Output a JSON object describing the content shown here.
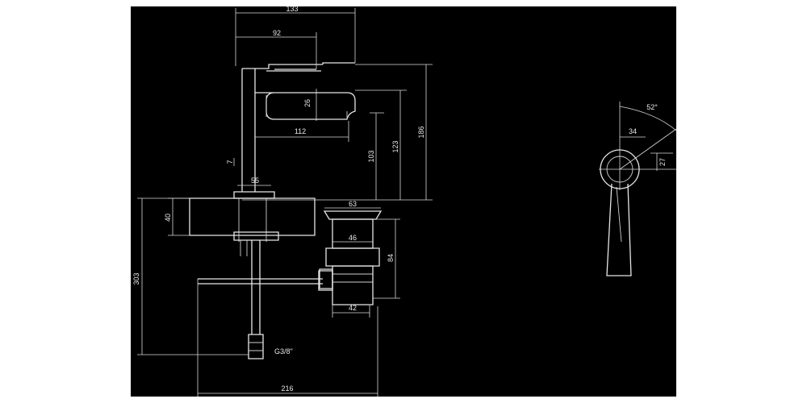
{
  "dimensions": {
    "top_width": "133",
    "spout_reach": "92",
    "spout_thickness": "26",
    "spout_length": "112",
    "height_outlet": "103",
    "height_lever": "123",
    "total_height": "186",
    "small_mark": "7",
    "base_diameter": "55",
    "deck_thickness": "40",
    "below_deck": "303",
    "waste_top": "63",
    "waste_body": "46",
    "waste_height": "84",
    "waste_bottom": "42",
    "connection": "G3/8\"",
    "overall_width": "216",
    "lever_angle": "52°",
    "lever_offset": "34",
    "lever_height": "27"
  },
  "colors": {
    "background": "#000000",
    "lines": "#e6e6e6"
  }
}
